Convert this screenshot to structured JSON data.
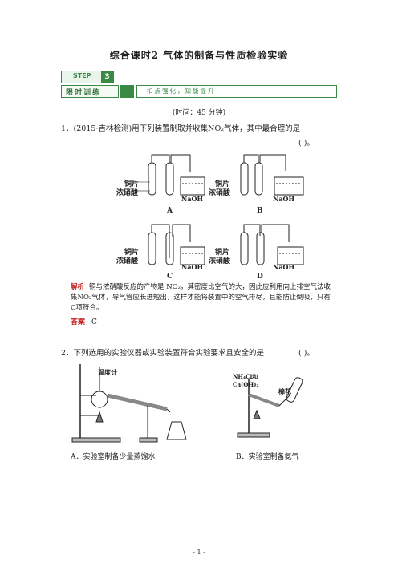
{
  "title": "综合课时2    气体的制备与性质检验实验",
  "step": {
    "label": "STEP",
    "number": "3"
  },
  "section_bar": {
    "left_label": "限时训练",
    "right_label": "扣点强化，知能提升"
  },
  "time_note": "(时间：45 分钟)",
  "q1": {
    "text": "1．(2015·吉林检测)用下列装置制取并收集NO₂气体，其中最合理的是",
    "paren": "(      )。",
    "labels": {
      "copper": "铜片",
      "acid": "浓硝酸",
      "naoh": "NaOH"
    },
    "options": [
      "A",
      "B",
      "C",
      "D"
    ],
    "analysis_tag": "解析",
    "analysis": "铜与浓硝酸反应的产物是 NO₂，其密度比空气的大，因此应利用向上排空气法收集NO₂气体，导气管应长进短出，这样才能将装置中的空气排尽，且能防止倒吸，只有C项符合。",
    "answer_tag": "答案",
    "answer": "C"
  },
  "q2": {
    "text": "2．下列选用的实验仪器或实验装置符合实验要求且安全的是",
    "paren": "(      )。",
    "thermometer": "温度计",
    "reagent_line1": "NH₄Cl和",
    "reagent_line2": "Ca(OH)₂",
    "cotton": "棉花",
    "opt_a": "A．实验室制备少量蒸馏水",
    "opt_b": "B．实验室制备氨气"
  },
  "page_number": "- 1 -"
}
